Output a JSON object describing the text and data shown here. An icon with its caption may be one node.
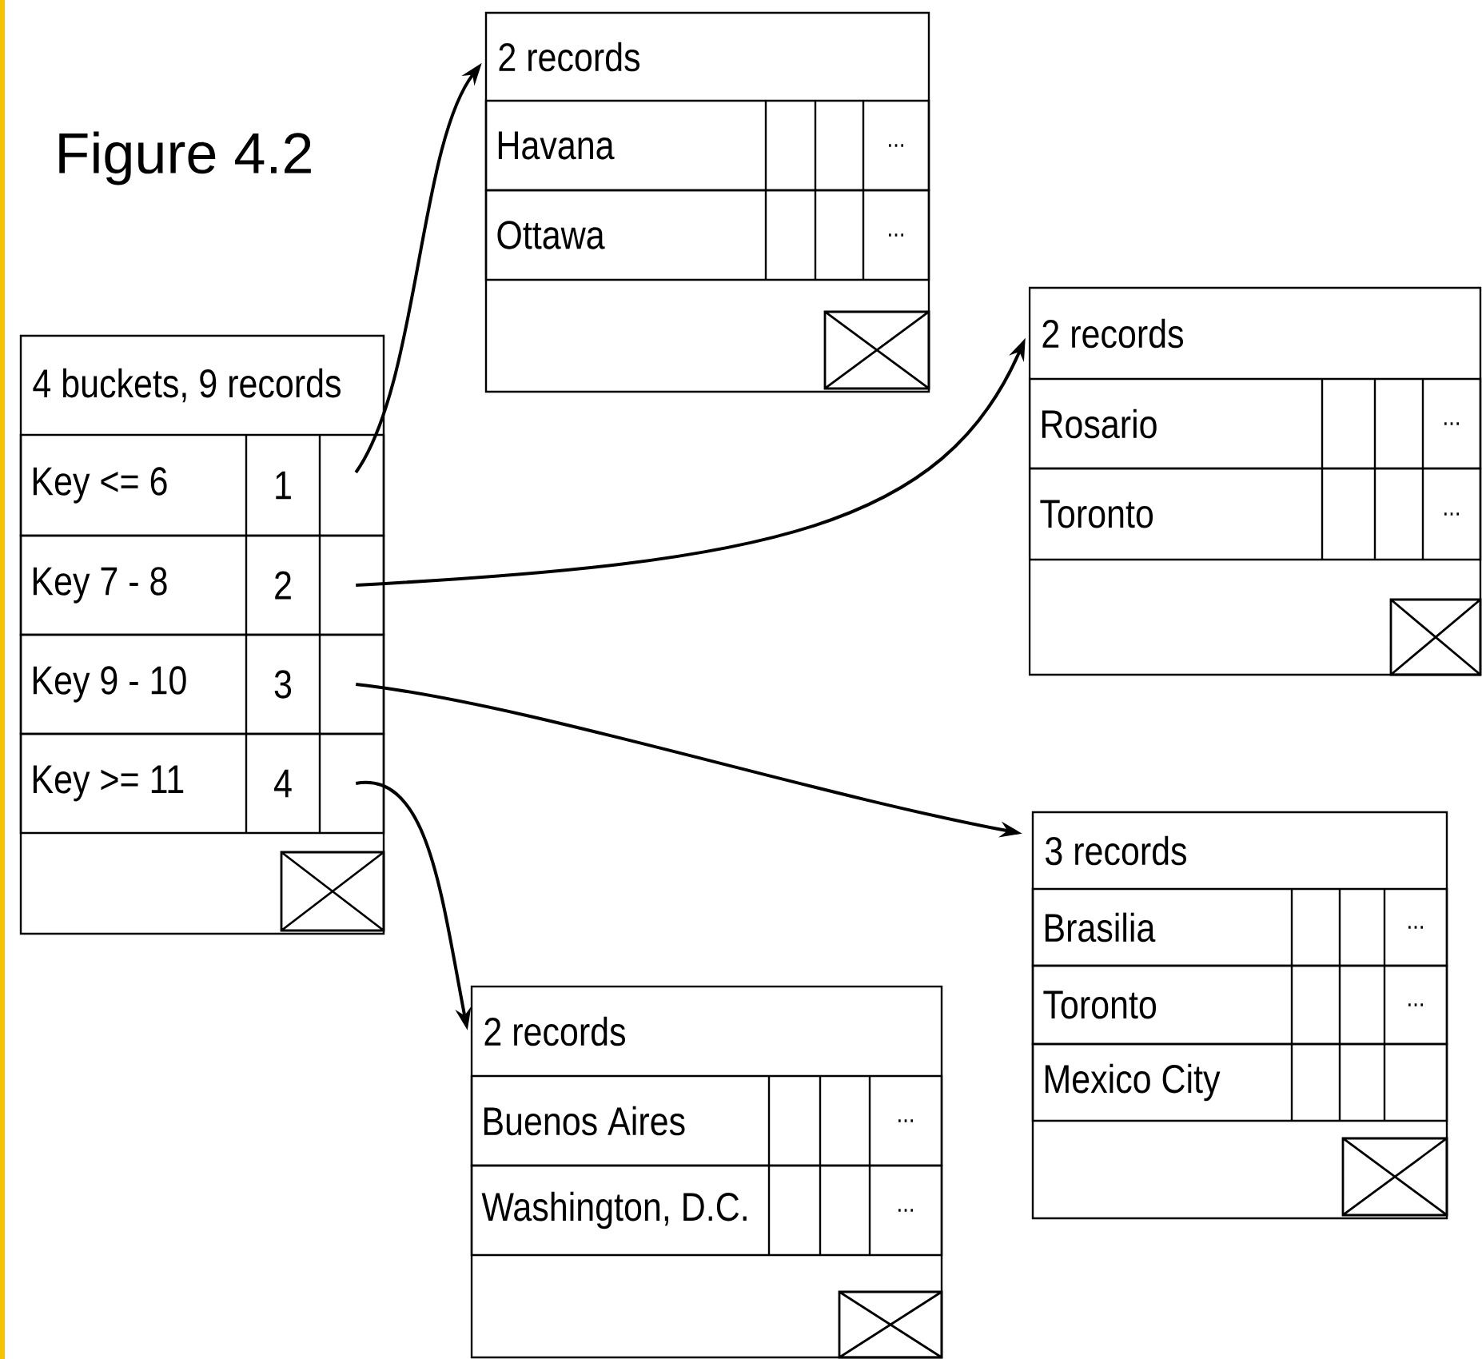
{
  "diagram": {
    "title": "Figure 4.2",
    "nodes": [
      {
        "text": [
          "4 buckets, 9 records"
        ]
      },
      {
        "text": [
          "Key <= 6",
          "1"
        ],
        "in": 0
      },
      {
        "text": [
          "Key 7 - 8",
          "2"
        ],
        "in": 0
      },
      {
        "text": [
          "Key 9 - 10",
          "3"
        ],
        "in": 0
      },
      {
        "text": [
          "Key >= 11",
          "4"
        ],
        "in": 0
      },
      {
        "text": [
          "2 records"
        ]
      },
      {
        "text": [
          "Havana",
          "..."
        ],
        "in": 5
      },
      {
        "text": [
          "Ottawa",
          "..."
        ],
        "in": 5
      },
      {
        "text": [
          "2 records"
        ]
      },
      {
        "text": [
          "Rosario",
          "..."
        ],
        "in": 8
      },
      {
        "text": [
          "Toronto",
          "..."
        ],
        "in": 8
      },
      {
        "text": [
          "3 records"
        ]
      },
      {
        "text": [
          "Brasilia",
          "..."
        ],
        "in": 11
      },
      {
        "text": [
          "Toronto",
          "..."
        ],
        "in": 11
      },
      {
        "text": [
          "Mexico City"
        ],
        "in": 11
      },
      {
        "text": [
          "2 records"
        ]
      },
      {
        "text": [
          "Buenos Aires",
          "..."
        ],
        "in": 15
      },
      {
        "text": [
          "Washington, D.C.",
          "..."
        ],
        "in": 15
      }
    ],
    "edges": [
      {
        "from": 1,
        "to": 5,
        "arrow": "to"
      },
      {
        "from": 2,
        "to": 8,
        "arrow": "to"
      },
      {
        "from": 3,
        "to": 11,
        "arrow": "to"
      },
      {
        "from": 4,
        "to": 15,
        "arrow": "to"
      }
    ]
  }
}
